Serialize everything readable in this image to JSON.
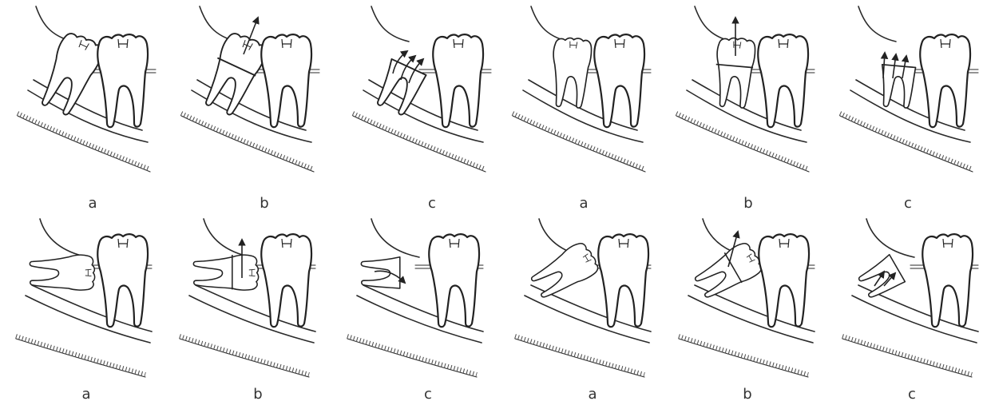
{
  "figure": {
    "rows": [
      {
        "panels": [
          {
            "label": "a"
          },
          {
            "label": "b"
          },
          {
            "label": "c"
          },
          {
            "label": "a"
          },
          {
            "label": "b"
          },
          {
            "label": "c"
          }
        ]
      },
      {
        "panels": [
          {
            "label": "a"
          },
          {
            "label": "b"
          },
          {
            "label": "c"
          },
          {
            "label": "a"
          },
          {
            "label": "b"
          },
          {
            "label": "c"
          }
        ]
      }
    ]
  }
}
